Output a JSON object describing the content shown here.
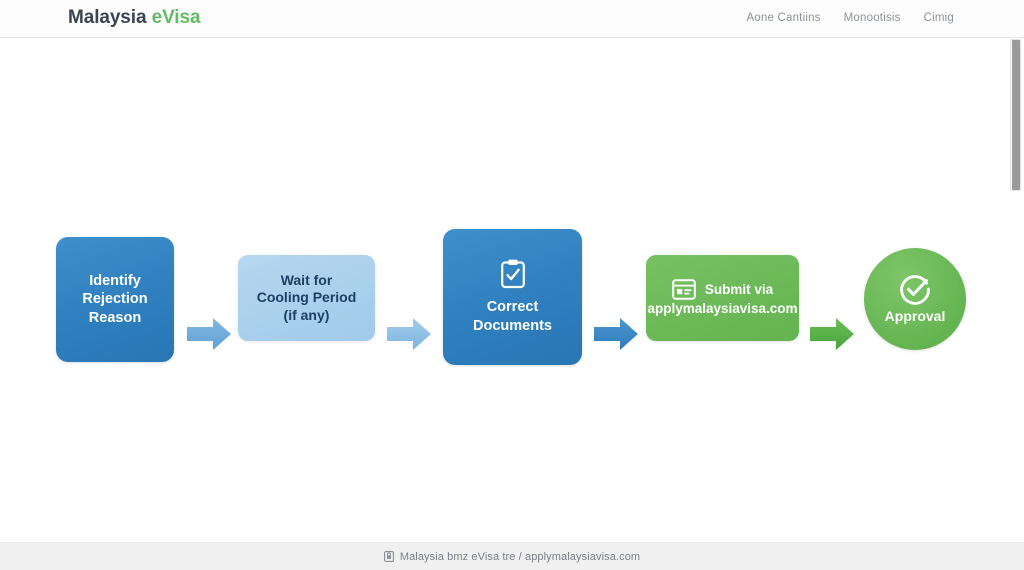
{
  "header": {
    "logo": {
      "primary": "Malaysia",
      "accent": "eVisa"
    },
    "nav": [
      {
        "label": "Aone Cantiins",
        "icon": ""
      },
      {
        "label": "Monootisis",
        "icon": ""
      },
      {
        "label": "Cimig",
        "icon": ""
      }
    ]
  },
  "flow": {
    "nodes": [
      {
        "id": "identify-rejection-reason",
        "lines": [
          "Identify",
          "Rejection",
          "Reason"
        ],
        "color": "#2f7fbe",
        "text_color": "#ffffff",
        "shape": "rounded-rect",
        "icon": ""
      },
      {
        "id": "wait-cooling-period",
        "lines": [
          "Wait for",
          "Cooling Period",
          "(if any)"
        ],
        "color": "#a8cfec",
        "text_color": "#1d3f63",
        "shape": "rounded-rect",
        "icon": ""
      },
      {
        "id": "correct-documents",
        "lines": [
          "Correct",
          "Documents"
        ],
        "color": "#2f7fbe",
        "text_color": "#ffffff",
        "shape": "rounded-rect",
        "icon": "clipboard-check-icon"
      },
      {
        "id": "submit-via-website",
        "lines": [
          "Submit via",
          "applymalaysiavisa.com"
        ],
        "color": "#6bb857",
        "text_color": "#ffffff",
        "shape": "rounded-rect",
        "icon": "browser-window-icon"
      },
      {
        "id": "approval",
        "lines": [
          "Approval"
        ],
        "color": "#65b452",
        "text_color": "#ffffff",
        "shape": "circle",
        "icon": "check-circle-icon"
      }
    ],
    "arrows": [
      {
        "id": "arrow-identify-to-wait",
        "color": "#68a8da",
        "direction": "right"
      },
      {
        "id": "arrow-wait-to-correct",
        "color": "#8cc2e8",
        "direction": "right"
      },
      {
        "id": "arrow-correct-to-submit",
        "color": "#3a88c6",
        "direction": "right"
      },
      {
        "id": "arrow-submit-to-approval",
        "color": "#55b147",
        "direction": "right"
      }
    ]
  },
  "footer": {
    "icon": "page-lock-icon",
    "text": "Malaysia bmz eVisa tre / applymalaysiavisa.com"
  },
  "scrollbar": {
    "orientation": "vertical",
    "position": "right"
  }
}
